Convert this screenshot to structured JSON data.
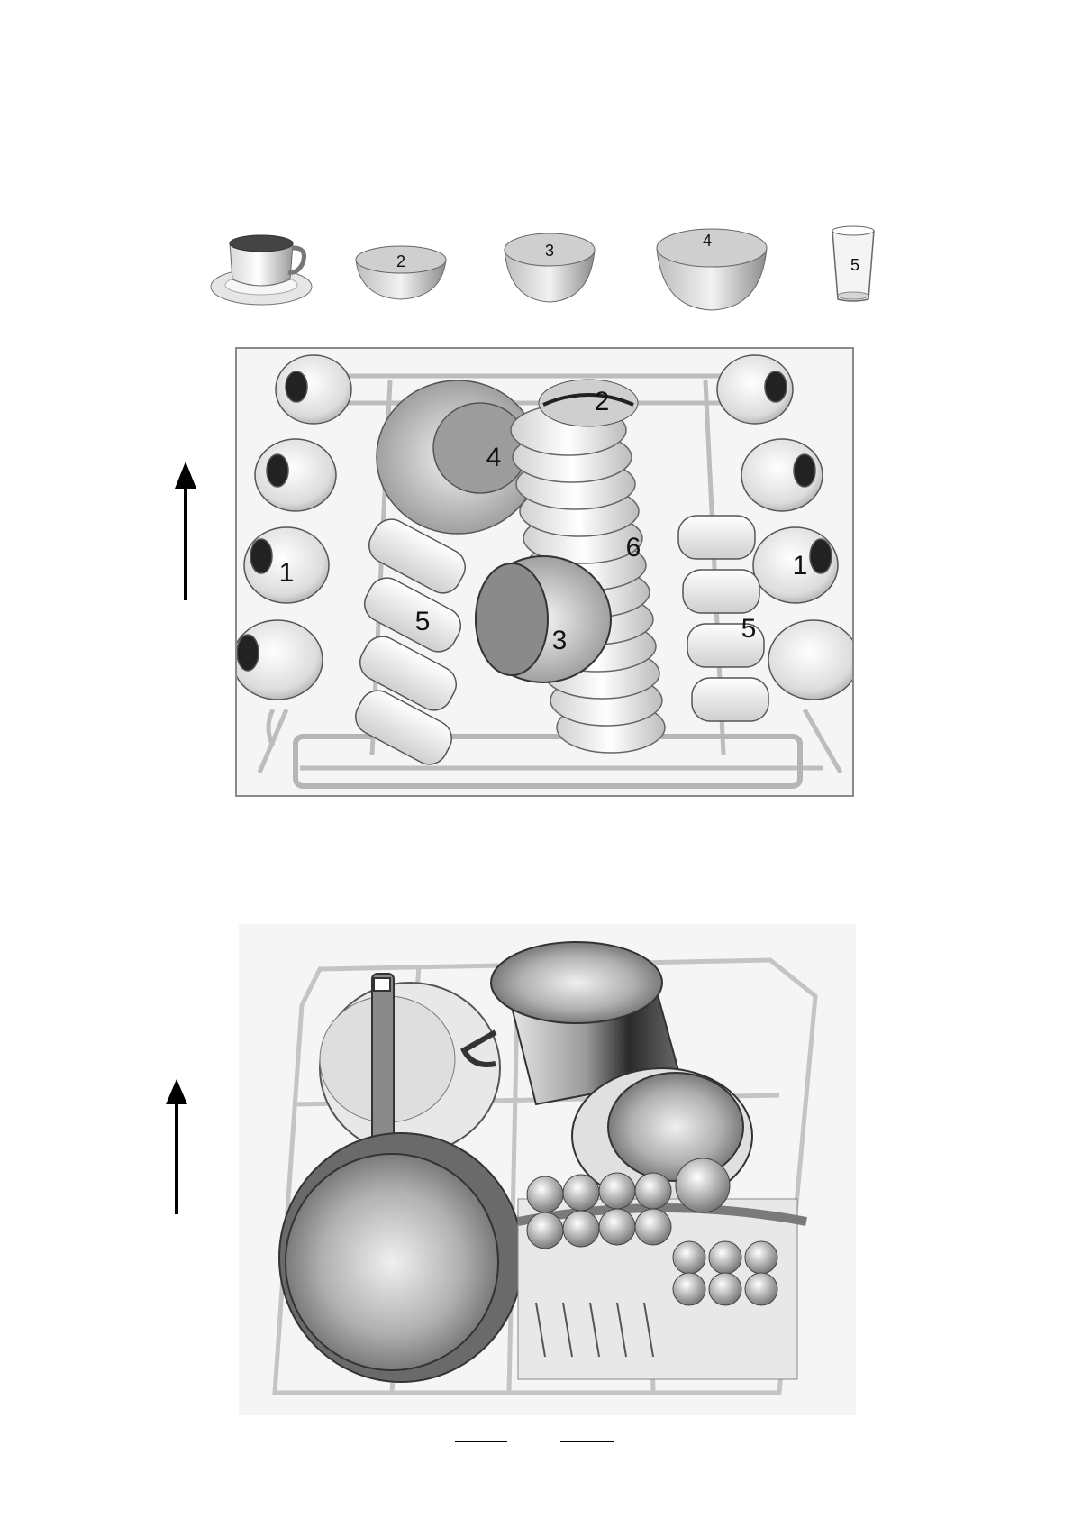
{
  "legend": [
    {
      "icon": "cup-and-saucer",
      "label": ""
    },
    {
      "icon": "small-bowl",
      "label": "2"
    },
    {
      "icon": "medium-bowl",
      "label": "3"
    },
    {
      "icon": "large-bowl",
      "label": "4"
    },
    {
      "icon": "glass",
      "label": "5"
    }
  ],
  "upper_basket": {
    "labels": {
      "cups_left": "1",
      "cups_right": "1",
      "small_bowl": "2",
      "medium_bowl": "3",
      "large_bowl": "4",
      "glasses_left": "5",
      "glasses_right": "5",
      "plates": "6"
    },
    "arrow": "up-arrow"
  },
  "lower_basket": {
    "items": [
      "frying-pan",
      "pot",
      "lid",
      "cutlery-basket"
    ],
    "arrow": "up-arrow"
  },
  "colors": {
    "panel_background": "#f5f5f5",
    "panel_border": "#8a8a8a",
    "rack_wire": "#bdbdbd",
    "metal_dark": "#2a2a2a"
  }
}
